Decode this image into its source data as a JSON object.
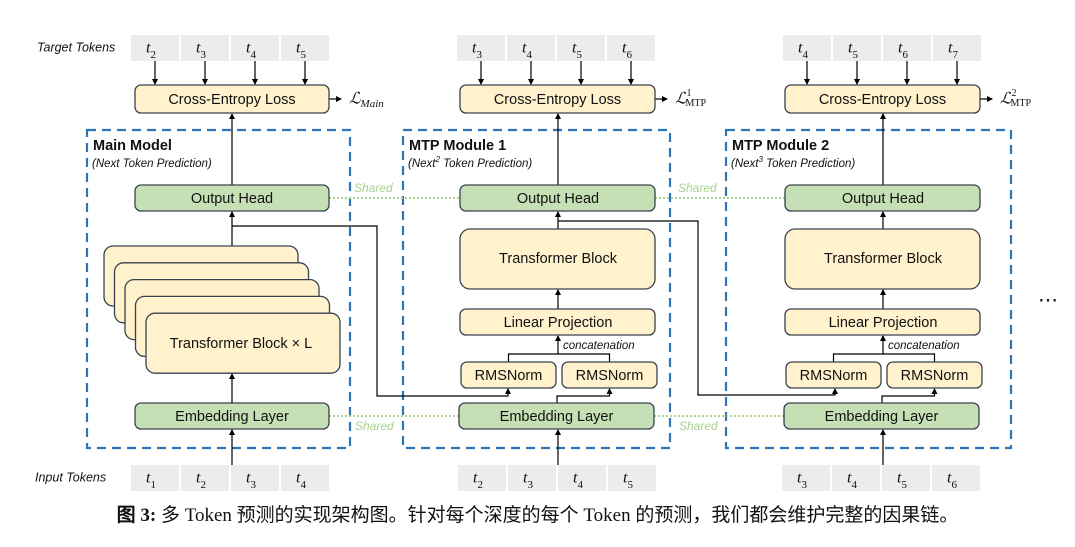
{
  "colors": {
    "loss_box": "#fff2cc",
    "block_box": "#fff2cc",
    "head_box": "#c5e0b4",
    "box_stroke": "#3a4150",
    "token_bg": "#ececec",
    "module_border": "#2e75b6",
    "shared_line": "#a9d18e",
    "arrow": "#000000"
  },
  "row_labels": {
    "target": "Target Tokens",
    "input": "Input Tokens"
  },
  "shared_label": "Shared",
  "ellipsis": "…",
  "modules": [
    {
      "id": "main",
      "title": "Main Model",
      "subtitle_pre": "(Next",
      "subtitle_sup": "",
      "subtitle_post": " Token Prediction)",
      "target_tokens": [
        {
          "base": "t",
          "sub": "2"
        },
        {
          "base": "t",
          "sub": "3"
        },
        {
          "base": "t",
          "sub": "4"
        },
        {
          "base": "t",
          "sub": "5"
        }
      ],
      "input_tokens": [
        {
          "base": "t",
          "sub": "1"
        },
        {
          "base": "t",
          "sub": "2"
        },
        {
          "base": "t",
          "sub": "3"
        },
        {
          "base": "t",
          "sub": "4"
        }
      ],
      "loss_label": "Cross-Entropy Loss",
      "loss_symbol": {
        "base": "ℒ",
        "sub": "Main",
        "sup": ""
      },
      "output_head": "Output Head",
      "transformer": "Transformer Block × L",
      "embedding": "Embedding Layer"
    },
    {
      "id": "mtp1",
      "title": "MTP Module 1",
      "subtitle_pre": "(Next",
      "subtitle_sup": "2",
      "subtitle_post": " Token Prediction)",
      "target_tokens": [
        {
          "base": "t",
          "sub": "3"
        },
        {
          "base": "t",
          "sub": "4"
        },
        {
          "base": "t",
          "sub": "5"
        },
        {
          "base": "t",
          "sub": "6"
        }
      ],
      "input_tokens": [
        {
          "base": "t",
          "sub": "2"
        },
        {
          "base": "t",
          "sub": "3"
        },
        {
          "base": "t",
          "sub": "4"
        },
        {
          "base": "t",
          "sub": "5"
        }
      ],
      "loss_label": "Cross-Entropy Loss",
      "loss_symbol": {
        "base": "ℒ",
        "sub": "MTP",
        "sup": "1"
      },
      "output_head": "Output Head",
      "transformer": "Transformer Block",
      "linear": "Linear Projection",
      "concat": "concatenation",
      "rmsnorm_left": "RMSNorm",
      "rmsnorm_right": "RMSNorm",
      "embedding": "Embedding Layer"
    },
    {
      "id": "mtp2",
      "title": "MTP Module 2",
      "subtitle_pre": "(Next",
      "subtitle_sup": "3",
      "subtitle_post": " Token Prediction)",
      "target_tokens": [
        {
          "base": "t",
          "sub": "4"
        },
        {
          "base": "t",
          "sub": "5"
        },
        {
          "base": "t",
          "sub": "6"
        },
        {
          "base": "t",
          "sub": "7"
        }
      ],
      "input_tokens": [
        {
          "base": "t",
          "sub": "3"
        },
        {
          "base": "t",
          "sub": "4"
        },
        {
          "base": "t",
          "sub": "5"
        },
        {
          "base": "t",
          "sub": "6"
        }
      ],
      "loss_label": "Cross-Entropy Loss",
      "loss_symbol": {
        "base": "ℒ",
        "sub": "MTP",
        "sup": "2"
      },
      "output_head": "Output Head",
      "transformer": "Transformer Block",
      "linear": "Linear Projection",
      "concat": "concatenation",
      "rmsnorm_left": "RMSNorm",
      "rmsnorm_right": "RMSNorm",
      "embedding": "Embedding Layer"
    }
  ],
  "caption": {
    "label": "图 3:",
    "text": " 多 Token 预测的实现架构图。针对每个深度的每个 Token 的预测，我们都会维护完整的因果链。"
  }
}
